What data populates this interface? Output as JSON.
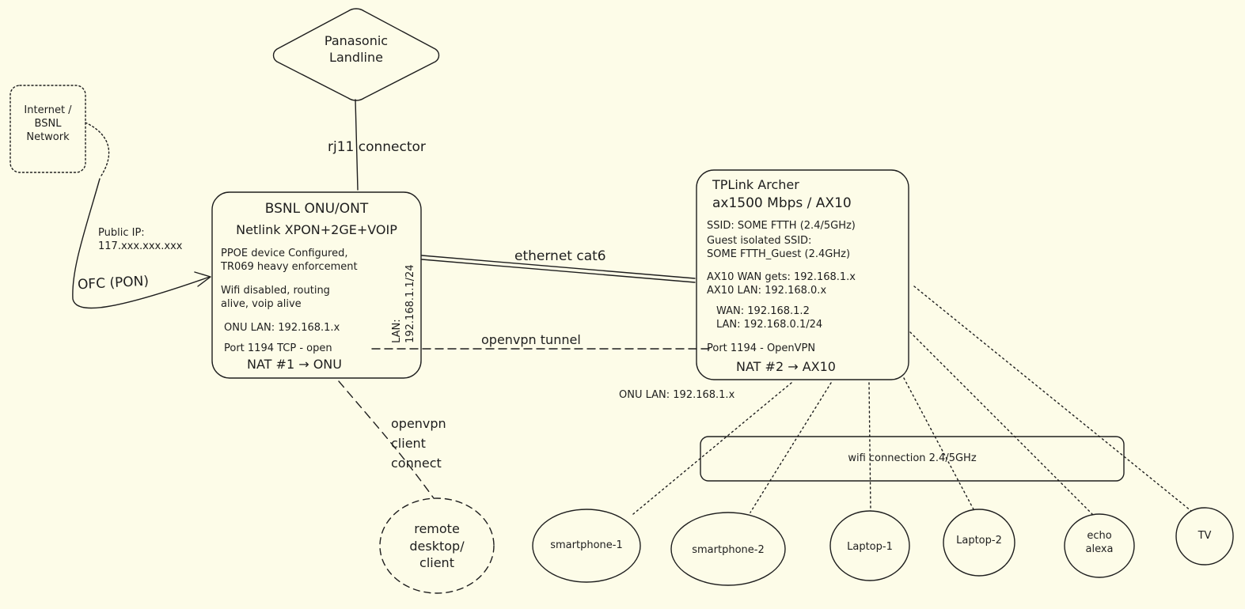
{
  "nodes": {
    "landline": {
      "title": "Panasonic\nLandline"
    },
    "internet": {
      "title": "Internet /\nBSNL\nNetwork"
    },
    "onu": {
      "title": "BSNL ONU/ONT",
      "model": "Netlink XPON+2GE+VOIP",
      "note1": "PPOE device Configured,\nTR069 heavy enforcement",
      "note2": "Wifi disabled, routing\nalive, voip alive",
      "lan": "ONU LAN: 192.168.1.x",
      "port": "Port 1194 TCP - open",
      "nat": "NAT #1 → ONU",
      "lan_vertical": "LAN:\n192.168.1.1/24"
    },
    "archer": {
      "title": "TPLink Archer",
      "model": "ax1500 Mbps / AX10",
      "ssid": "SSID: SOME FTTH (2.4/5GHz)",
      "guest": "Guest isolated SSID:\nSOME FTTH_Guest (2.4GHz)",
      "wan_lan": "AX10 WAN gets: 192.168.1.x\nAX10 LAN: 192.168.0.x",
      "addresses": "WAN: 192.168.1.2\nLAN: 192.168.0.1/24",
      "port": "Port 1194 - OpenVPN",
      "nat": "NAT #2 → AX10"
    },
    "remote": {
      "title": "remote\ndesktop/\nclient"
    },
    "wifi": {
      "label": "wifi connection 2.4/5GHz"
    },
    "devices": [
      {
        "id": "smartphone-1",
        "label": "smartphone-1"
      },
      {
        "id": "smartphone-2",
        "label": "smartphone-2"
      },
      {
        "id": "laptop-1",
        "label": "Laptop-1"
      },
      {
        "id": "laptop-2",
        "label": "Laptop-2"
      },
      {
        "id": "echo-alexa",
        "label": "echo\nalexa"
      },
      {
        "id": "tv",
        "label": "TV"
      }
    ]
  },
  "edges": {
    "rj11": "rj11 connector",
    "ofc": "OFC (PON)",
    "public_ip": "Public IP:\n117.xxx.xxx.xxx",
    "ethernet": "ethernet cat6",
    "tunnel": "openvpn tunnel",
    "client_connect": "openvpn\nclient\nconnect",
    "onu_lan_note": "ONU LAN: 192.168.1.x"
  }
}
